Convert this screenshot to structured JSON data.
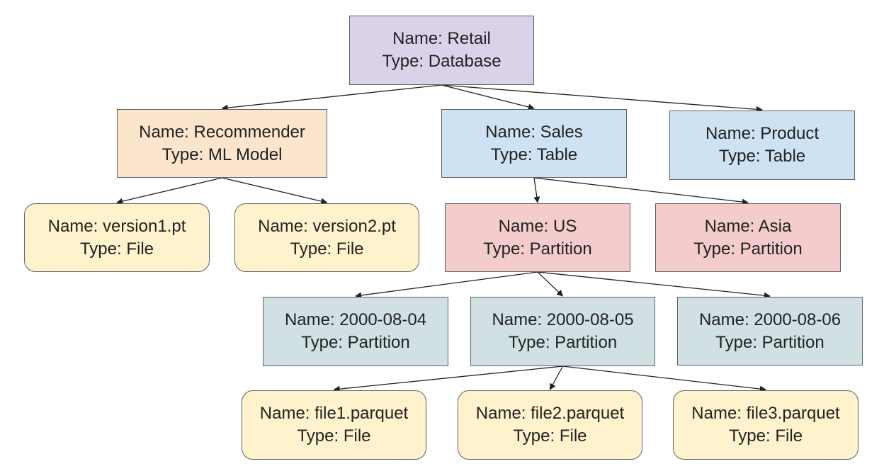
{
  "nodes": {
    "retail": {
      "name": "Name: Retail",
      "type": "Type: Database"
    },
    "recommender": {
      "name": "Name: Recommender",
      "type": "Type: ML Model"
    },
    "sales": {
      "name": "Name: Sales",
      "type": "Type: Table"
    },
    "product": {
      "name": "Name: Product",
      "type": "Type: Table"
    },
    "version1": {
      "name": "Name: version1.pt",
      "type": "Type: File"
    },
    "version2": {
      "name": "Name: version2.pt",
      "type": "Type: File"
    },
    "us": {
      "name": "Name: US",
      "type": "Type: Partition"
    },
    "asia": {
      "name": "Name: Asia",
      "type": "Type: Partition"
    },
    "d0804": {
      "name": "Name: 2000-08-04",
      "type": "Type: Partition"
    },
    "d0805": {
      "name": "Name: 2000-08-05",
      "type": "Type: Partition"
    },
    "d0806": {
      "name": "Name: 2000-08-06",
      "type": "Type: Partition"
    },
    "file1": {
      "name": "Name: file1.parquet",
      "type": "Type: File"
    },
    "file2": {
      "name": "Name: file2.parquet",
      "type": "Type: File"
    },
    "file3": {
      "name": "Name: file3.parquet",
      "type": "Type: File"
    }
  },
  "edges": [
    [
      "retail",
      "recommender"
    ],
    [
      "retail",
      "sales"
    ],
    [
      "retail",
      "product"
    ],
    [
      "recommender",
      "version1"
    ],
    [
      "recommender",
      "version2"
    ],
    [
      "sales",
      "us"
    ],
    [
      "sales",
      "asia"
    ],
    [
      "us",
      "d0804"
    ],
    [
      "us",
      "d0805"
    ],
    [
      "us",
      "d0806"
    ],
    [
      "d0805",
      "file1"
    ],
    [
      "d0805",
      "file2"
    ],
    [
      "d0805",
      "file3"
    ]
  ],
  "colors": {
    "database": "#d9d2e9",
    "ml_model": "#fce5cd",
    "table": "#cfe2f3",
    "partition": "#f4cccc",
    "date_partition": "#d0e0e3",
    "file": "#fff2cc",
    "border": "#5f6368",
    "edge": "#222222"
  }
}
